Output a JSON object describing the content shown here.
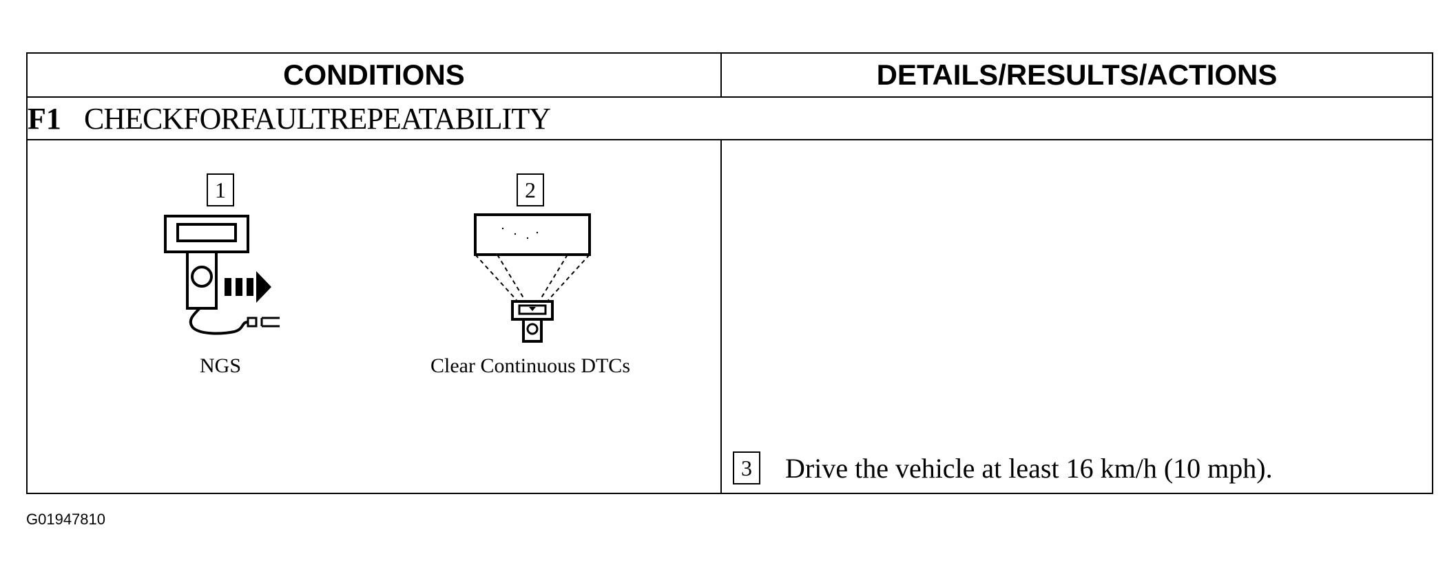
{
  "table": {
    "headers": {
      "conditions": "CONDITIONS",
      "details": "DETAILS/RESULTS/ACTIONS"
    },
    "step": {
      "id": "F1",
      "title": "CHECKFORFAULTREPEATABILITY"
    },
    "conditions": [
      {
        "number": "1",
        "caption": "NGS",
        "icon": "ngs-scan-tool-icon"
      },
      {
        "number": "2",
        "caption": "Clear Continuous DTCs",
        "icon": "clear-dtcs-scan-tool-icon"
      }
    ],
    "action": {
      "number": "3",
      "text": "Drive the vehicle at least 16 km/h (10 mph)."
    }
  },
  "figure_id": "G01947810"
}
